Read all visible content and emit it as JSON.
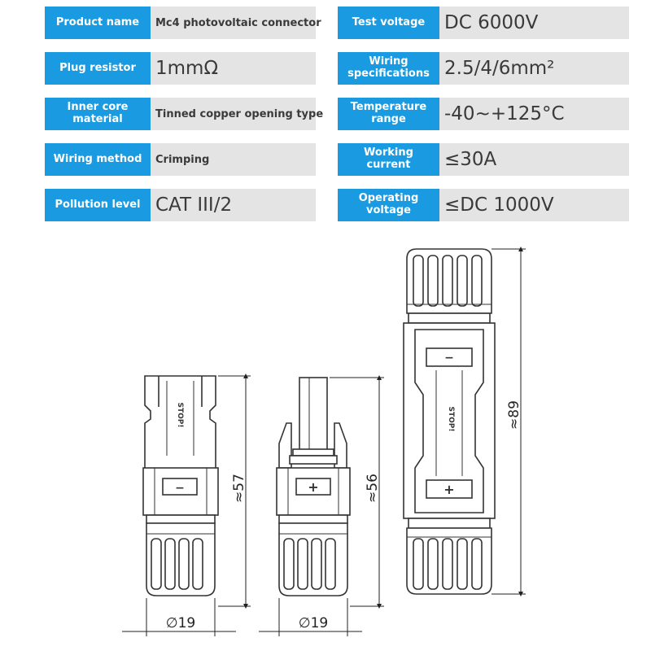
{
  "specs": [
    {
      "left_label": "Product name",
      "left_value": "Mc4 photovoltaic connector",
      "left_style": "small",
      "right_label": "Test voltage",
      "right_value": "DC 6000V"
    },
    {
      "left_label": "Plug resistor",
      "left_value": "1mmΩ",
      "left_style": "large",
      "right_label": "Wiring specifications",
      "right_value": "2.5/4/6mm²"
    },
    {
      "left_label": "Inner core material",
      "left_value": "Tinned copper opening type",
      "left_style": "small",
      "right_label": "Temperature range",
      "right_value": "-40~+125°C"
    },
    {
      "left_label": "Wiring method",
      "left_value": "Crimping",
      "left_style": "small",
      "right_label": "Working current",
      "right_value": "≤30A"
    },
    {
      "left_label": "Pollution level",
      "left_value": "CAT III/2",
      "left_style": "large",
      "right_label": "Operating voltage",
      "right_value": "≤DC 1000V"
    }
  ],
  "drawing": {
    "female_length": "≈57",
    "male_length": "≈56",
    "assembled_length": "≈89",
    "female_diameter": "∅19",
    "male_diameter": "∅19",
    "stop_mark": "STOP!",
    "minus_sign": "−",
    "plus_sign": "+"
  }
}
